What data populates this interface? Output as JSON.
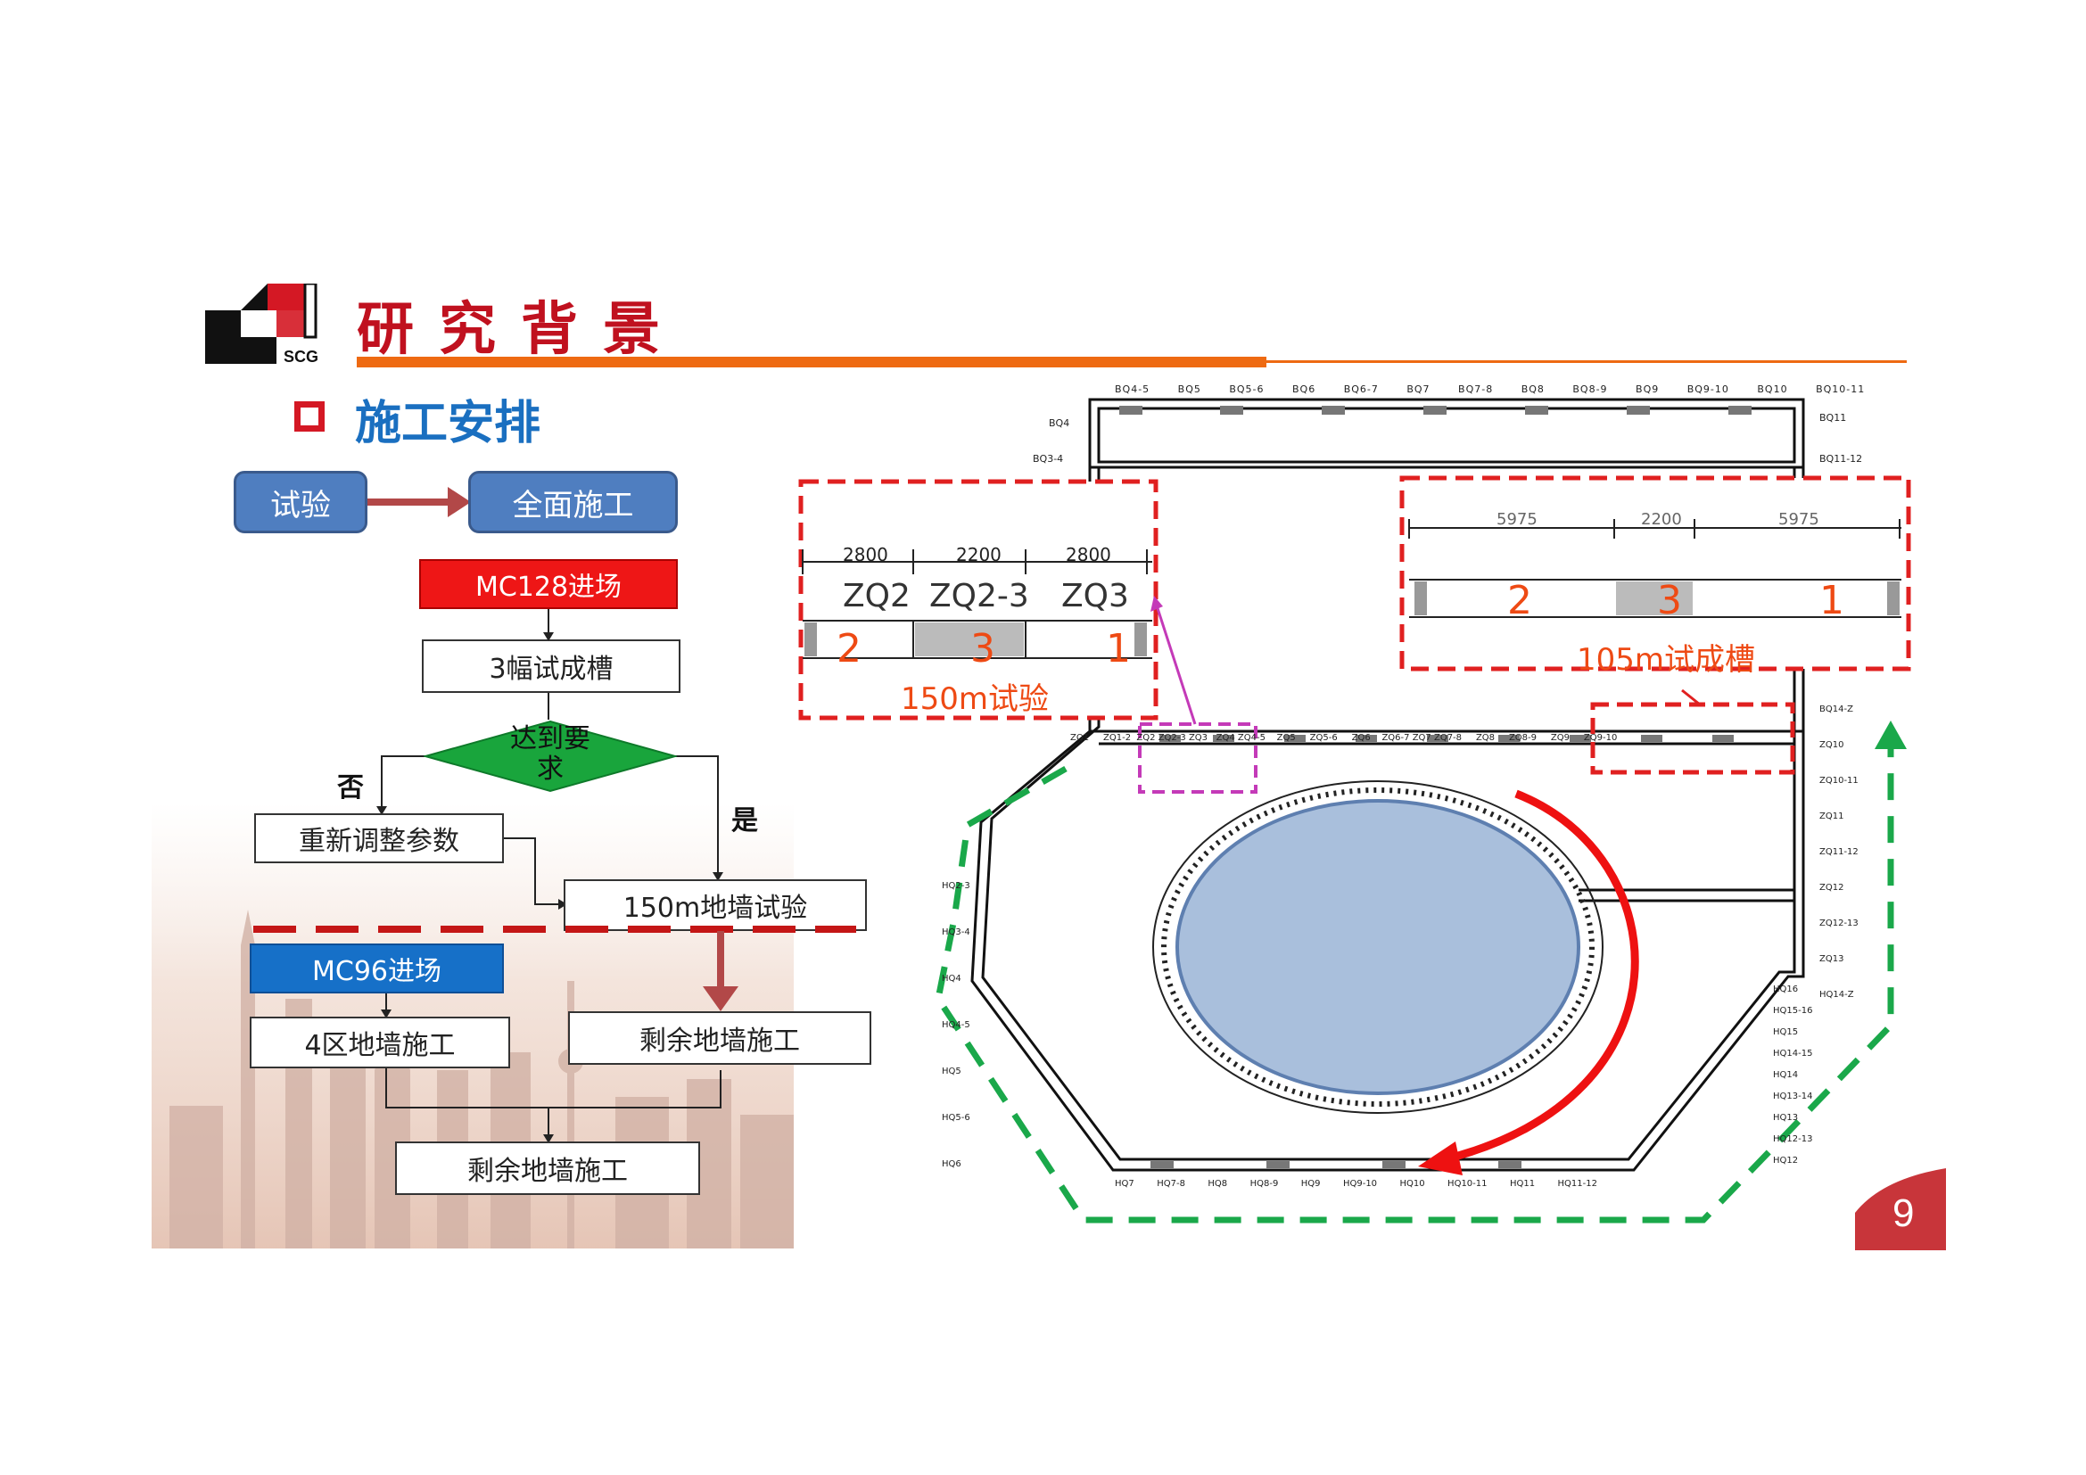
{
  "header": {
    "title": "研究背景",
    "logo_text": "SCG",
    "section_heading": "施工安排"
  },
  "top_flow": {
    "step1": "试验",
    "step2": "全面施工"
  },
  "flowchart": {
    "mc128": "MC128进场",
    "trial_trench": "3幅试成槽",
    "decision": "达到要求",
    "no_label": "否",
    "yes_label": "是",
    "readjust": "重新调整参数",
    "wall_trial": "150m地墙试验",
    "mc96": "MC96进场",
    "zone4": "4区地墙施工",
    "remaining_right": "剩余地墙施工",
    "remaining_bottom": "剩余地墙施工"
  },
  "detail_left": {
    "dims": [
      "2800",
      "2200",
      "2800"
    ],
    "panels": [
      "ZQ2",
      "ZQ2-3",
      "ZQ3"
    ],
    "numbers": [
      "2",
      "3",
      "1"
    ],
    "caption": "150m试验"
  },
  "detail_right": {
    "dims": [
      "5975",
      "2200",
      "5975"
    ],
    "numbers": [
      "2",
      "3",
      "1"
    ],
    "caption": "105m试成槽"
  },
  "plan_labels": {
    "top": [
      "BQ4-5",
      "BQ5",
      "BQ5-6",
      "BQ6",
      "BQ6-7",
      "BQ7",
      "BQ7-8",
      "BQ8",
      "BQ8-9",
      "BQ9",
      "BQ9-10",
      "BQ10",
      "BQ10-11",
      "BQ11"
    ],
    "right": [
      "BQ11-12",
      "BQ14-Z",
      "ZQ10",
      "ZQ10-11",
      "ZQ11",
      "ZQ11-12",
      "ZQ12",
      "ZQ12-13",
      "ZQ13",
      "HQ14-Z",
      "HQ16",
      "HQ15-16",
      "HQ15",
      "HQ14-15",
      "HQ14",
      "HQ13-14",
      "HQ13",
      "HQ12-13",
      "HQ12"
    ],
    "bottom": [
      "HQ7",
      "HQ7-8",
      "HQ8",
      "HQ8-9",
      "HQ9",
      "HQ9-10",
      "HQ10",
      "HQ10-11",
      "HQ11",
      "HQ11-12"
    ],
    "mid": [
      "ZQ1",
      "ZQ1-2",
      "ZQ2",
      "ZQ2-3",
      "ZQ3",
      "ZQ4",
      "ZQ4-5",
      "ZQ5",
      "ZQ5-6",
      "ZQ6",
      "ZQ6-7",
      "ZQ7",
      "ZQ7-8",
      "ZQ8",
      "ZQ8-9",
      "ZQ9",
      "ZQ9-10"
    ],
    "left": [
      "BQ4",
      "BQ3-4",
      "HQ2-3",
      "HQ3-4",
      "HQ4",
      "HQ4-5",
      "HQ5",
      "HQ5-6",
      "HQ6"
    ]
  },
  "page_number": "9",
  "colors": {
    "brand_red": "#c0111f",
    "heading_blue": "#1a6fc0",
    "accent_orange": "#ee6a12",
    "dash_red": "#e02020",
    "dash_green": "#1aa84a",
    "dash_magenta": "#c43ab8",
    "tank_fill": "#a9bfdc",
    "diamond_green": "#19a53c"
  }
}
